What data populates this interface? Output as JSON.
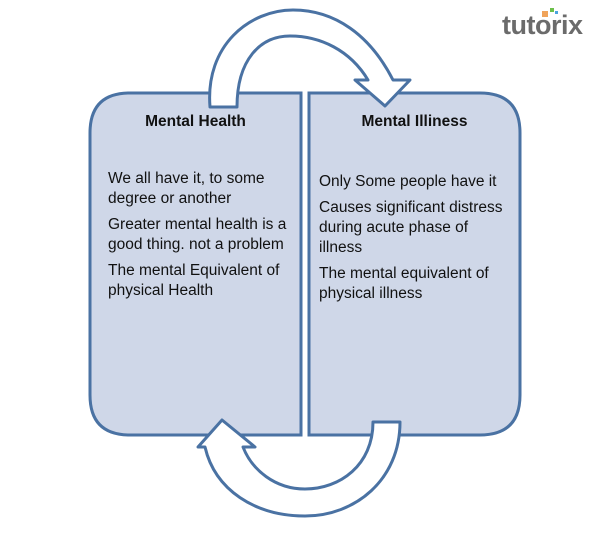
{
  "logo": "tutorix",
  "left_box": {
    "title": "Mental Health",
    "items": [
      "We all have it, to some degree or another",
      "Greater mental health is a good thing. not a problem",
      "The mental Equivalent of physical Health"
    ]
  },
  "right_box": {
    "title": "Mental Illiness",
    "items": [
      "Only Some people have it",
      "Causes significant distress during acute phase of illness",
      "The mental equivalent of physical illness"
    ]
  },
  "colors": {
    "box_fill": "#cfd7e8",
    "stroke": "#4a72a3"
  }
}
